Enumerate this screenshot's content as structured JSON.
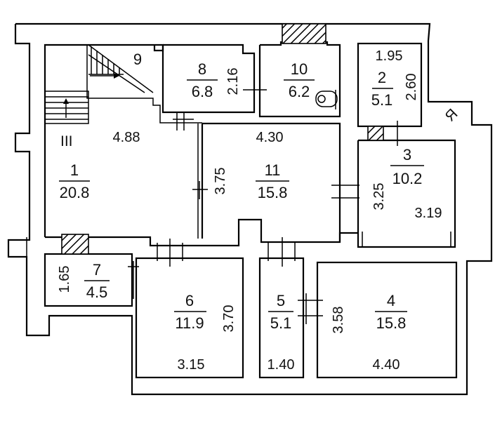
{
  "rooms": [
    {
      "num": "1",
      "area": "20.8"
    },
    {
      "num": "2",
      "area": "5.1"
    },
    {
      "num": "3",
      "area": "10.2"
    },
    {
      "num": "4",
      "area": "15.8"
    },
    {
      "num": "5",
      "area": "5.1"
    },
    {
      "num": "6",
      "area": "11.9"
    },
    {
      "num": "7",
      "area": "4.5"
    },
    {
      "num": "8",
      "area": "6.8"
    },
    {
      "num": "9",
      "area": ""
    },
    {
      "num": "10",
      "area": "6.2"
    },
    {
      "num": "11",
      "area": "15.8"
    }
  ],
  "dims": {
    "r1_width": "4.88",
    "r2_width": "1.95",
    "r2_height": "2.60",
    "r3_height": "3.25",
    "r3_width": "3.19",
    "r4_height": "3.58",
    "r4_width": "4.40",
    "r5_width": "1.40",
    "r6_height": "3.70",
    "r6_width": "3.15",
    "r7_height": "1.65",
    "r8_height": "2.16",
    "r11_width": "4.30",
    "r11_height": "3.75"
  },
  "stair_label": "III",
  "north_symbol": "Я"
}
